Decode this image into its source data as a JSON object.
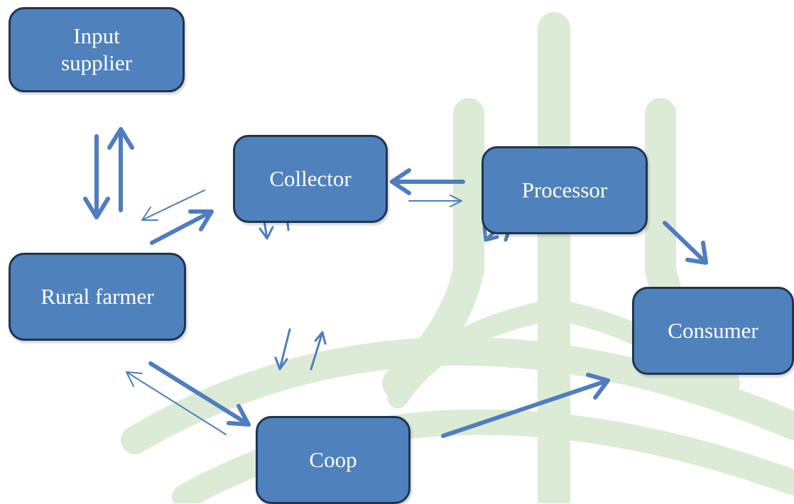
{
  "colors": {
    "node_fill": "#4f81bd",
    "node_border": "#1f3550",
    "arrow": "#4f7dbf",
    "watermark": "#dcebd6"
  },
  "nodes": {
    "input_supplier": {
      "label": "Input supplier"
    },
    "collector": {
      "label": "Collector"
    },
    "processor": {
      "label": "Processor"
    },
    "rural_farmer": {
      "label": "Rural farmer"
    },
    "consumer": {
      "label": "Consumer"
    },
    "coop": {
      "label": "Coop"
    }
  },
  "edges": [
    {
      "from": "rural_farmer",
      "to": "input_supplier",
      "weight": "thick"
    },
    {
      "from": "input_supplier",
      "to": "rural_farmer",
      "weight": "thick"
    },
    {
      "from": "rural_farmer",
      "to": "collector",
      "weight": "thick"
    },
    {
      "from": "collector",
      "to": "rural_farmer",
      "weight": "thin"
    },
    {
      "from": "processor",
      "to": "collector",
      "weight": "thick"
    },
    {
      "from": "collector",
      "to": "processor",
      "weight": "thin"
    },
    {
      "from": "collector",
      "to": "coop",
      "weight": "medium"
    },
    {
      "from": "coop",
      "to": "collector",
      "weight": "medium"
    },
    {
      "from": "processor",
      "to": "consumer",
      "weight": "thick"
    },
    {
      "from": "rural_farmer",
      "to": "coop",
      "weight": "thick"
    },
    {
      "from": "coop",
      "to": "rural_farmer",
      "weight": "thin"
    },
    {
      "from": "coop",
      "to": "consumer",
      "weight": "thick"
    }
  ]
}
